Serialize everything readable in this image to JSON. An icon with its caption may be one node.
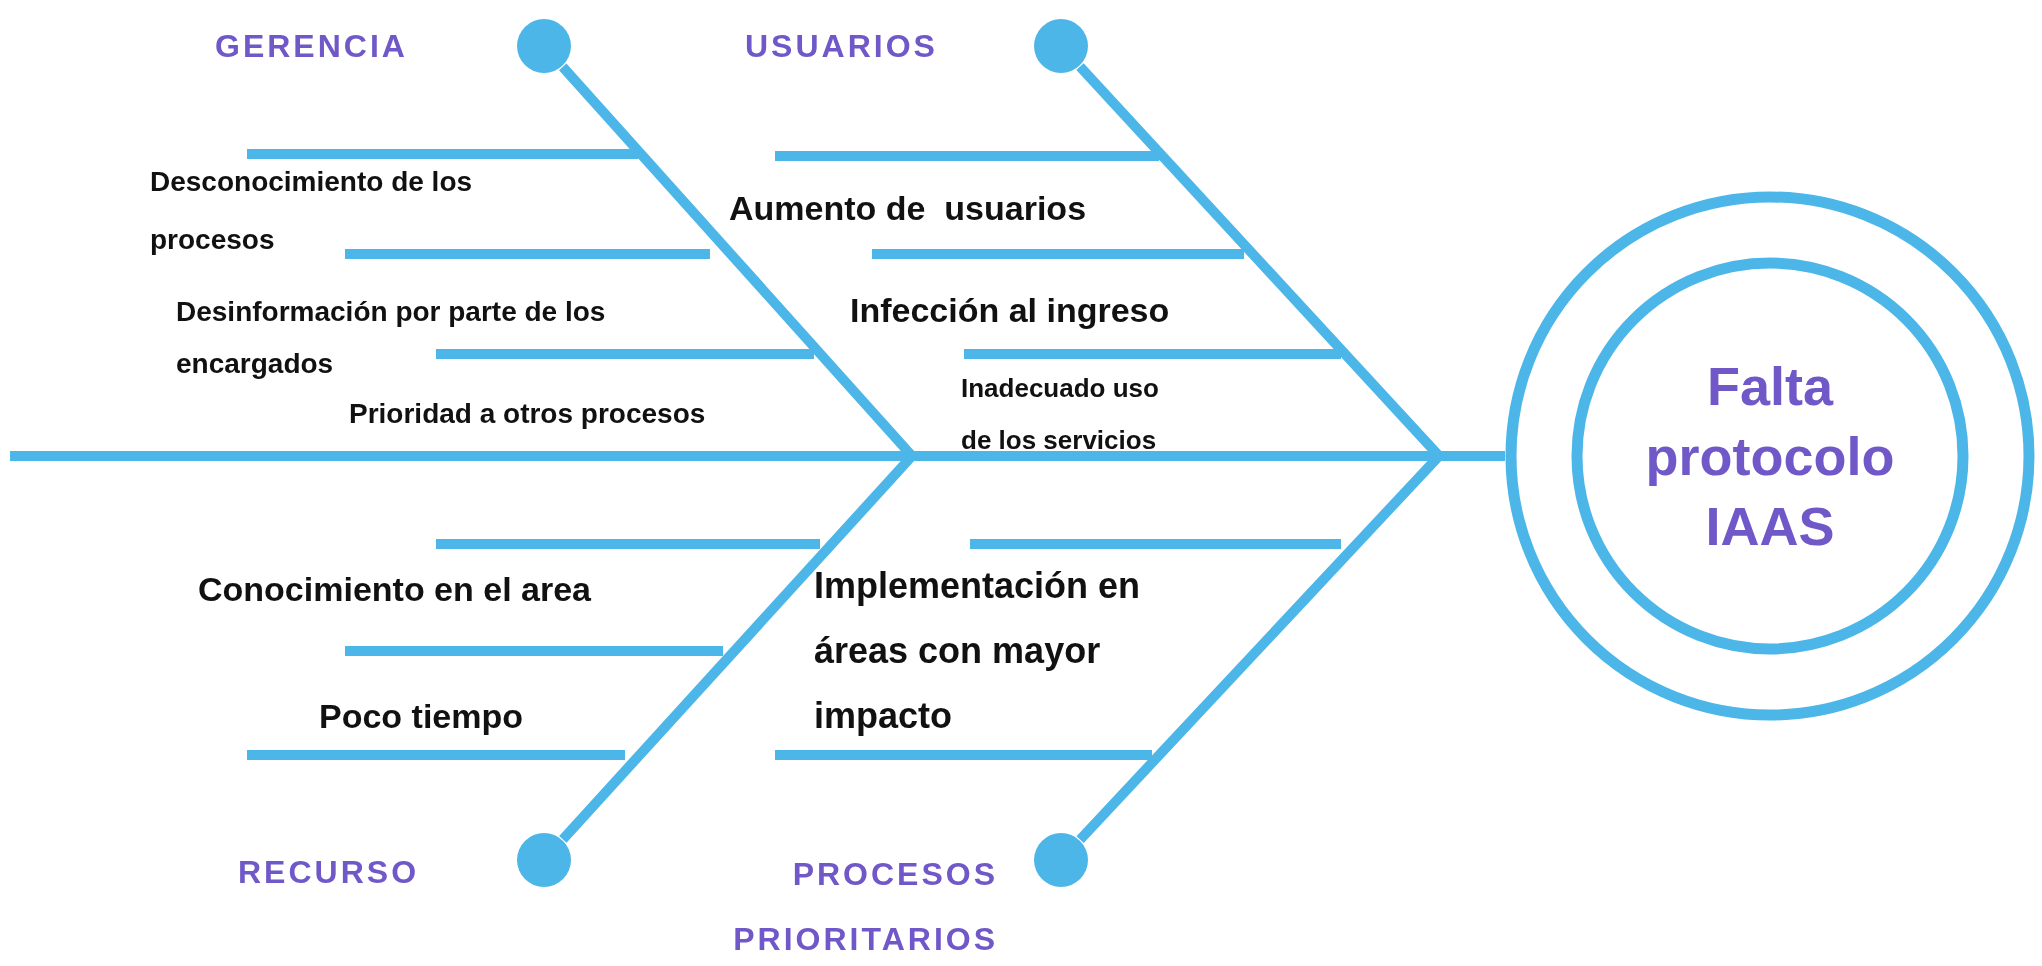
{
  "diagram": {
    "nodes": [
      {
        "text": [
          "Falta protocolo IAAS"
        ]
      },
      {
        "text": [
          "GERENCIA"
        ]
      },
      {
        "text": [
          "USUARIOS"
        ]
      },
      {
        "text": [
          "RECURSO"
        ]
      },
      {
        "text": [
          "PROCESOS PRIORITARIOS"
        ]
      }
    ],
    "edges": [
      {
        "from": 1,
        "to": 0,
        "arrow": "none"
      },
      {
        "from": 2,
        "to": 0,
        "arrow": "none"
      },
      {
        "from": 3,
        "to": 0,
        "arrow": "none"
      },
      {
        "from": 4,
        "to": 0,
        "arrow": "none"
      },
      {
        "from": null,
        "to": 0,
        "arrow": "none"
      }
    ],
    "labels": [
      "Desconocimiento de los procesos",
      "Desinformación por parte de los encargados",
      "Prioridad a otros procesos",
      "Aumento de  usuarios",
      "Infección al ingreso",
      "Inadecuado uso de los servicios",
      "Conocimiento en el area",
      "Poco tiempo",
      "Implementación en áreas con mayor impacto"
    ]
  }
}
